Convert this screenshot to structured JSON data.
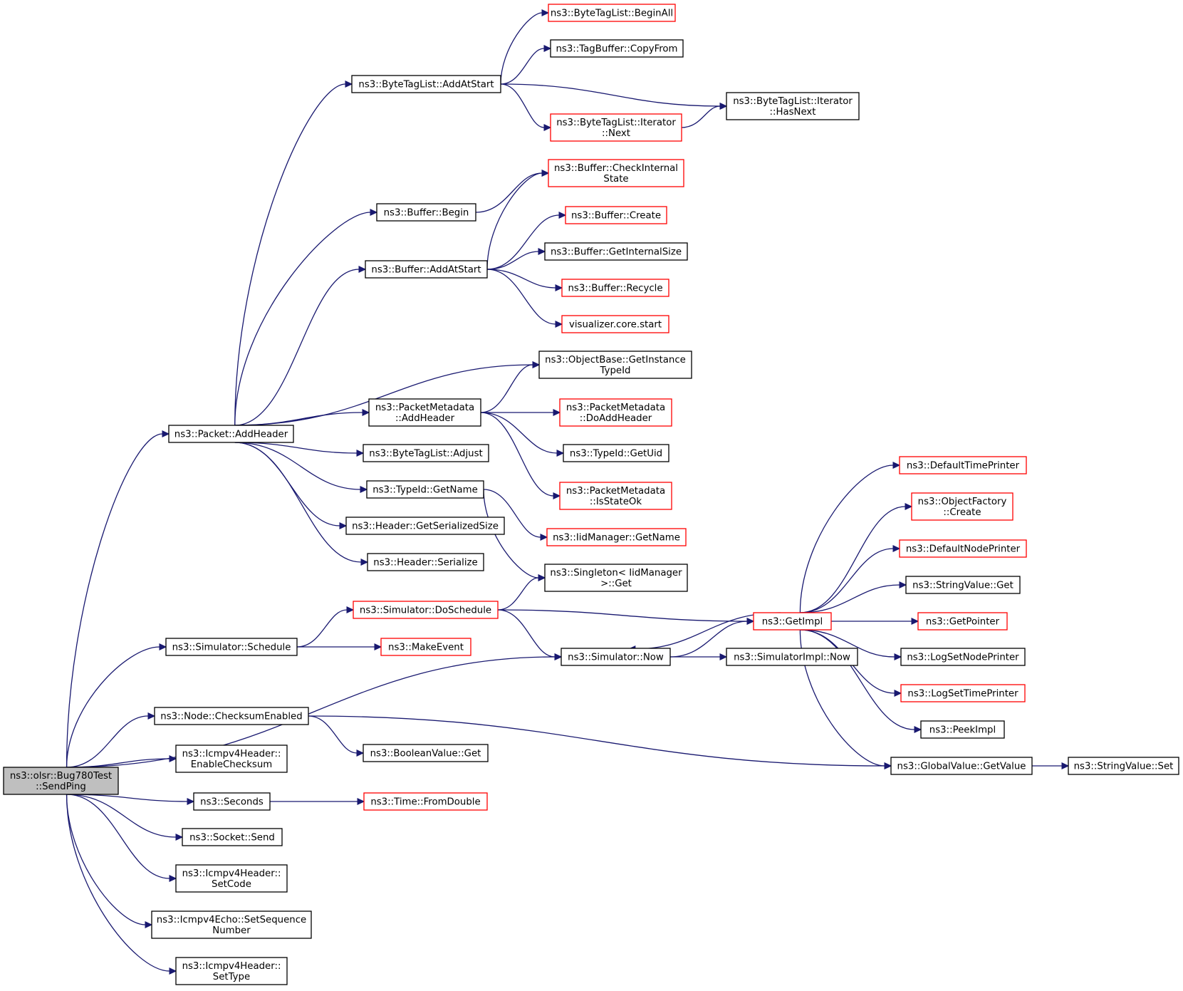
{
  "colors": {
    "edge": "#191970",
    "border_normal": "#000000",
    "border_red": "#ff0000",
    "root_fill": "#bfbfbf"
  },
  "nodes": [
    {
      "id": "root",
      "lines": [
        "ns3::olsr::Bug780Test",
        "::SendPing"
      ],
      "style": "root"
    },
    {
      "id": "packet_addheader",
      "lines": [
        "ns3::Packet::AddHeader"
      ],
      "style": "normal"
    },
    {
      "id": "bytetaglist_addatstart",
      "lines": [
        "ns3::ByteTagList::AddAtStart"
      ],
      "style": "normal"
    },
    {
      "id": "bytetaglist_beginall",
      "lines": [
        "ns3::ByteTagList::BeginAll"
      ],
      "style": "red"
    },
    {
      "id": "tagbuffer_copyfrom",
      "lines": [
        "ns3::TagBuffer::CopyFrom"
      ],
      "style": "normal"
    },
    {
      "id": "iterator_hasnext",
      "lines": [
        "ns3::ByteTagList::Iterator",
        "::HasNext"
      ],
      "style": "normal"
    },
    {
      "id": "iterator_next",
      "lines": [
        "ns3::ByteTagList::Iterator",
        "::Next"
      ],
      "style": "red"
    },
    {
      "id": "buffer_begin",
      "lines": [
        "ns3::Buffer::Begin"
      ],
      "style": "normal"
    },
    {
      "id": "buffer_checkinternal",
      "lines": [
        "ns3::Buffer::CheckInternal",
        "State"
      ],
      "style": "red"
    },
    {
      "id": "buffer_create",
      "lines": [
        "ns3::Buffer::Create"
      ],
      "style": "red"
    },
    {
      "id": "buffer_addatstart",
      "lines": [
        "ns3::Buffer::AddAtStart"
      ],
      "style": "normal"
    },
    {
      "id": "buffer_getinternalsize",
      "lines": [
        "ns3::Buffer::GetInternalSize"
      ],
      "style": "normal"
    },
    {
      "id": "buffer_recycle",
      "lines": [
        "ns3::Buffer::Recycle"
      ],
      "style": "red"
    },
    {
      "id": "visualizer_start",
      "lines": [
        "visualizer.core.start"
      ],
      "style": "red"
    },
    {
      "id": "objectbase_getinstancetypeid",
      "lines": [
        "ns3::ObjectBase::GetInstance",
        "TypeId"
      ],
      "style": "normal"
    },
    {
      "id": "packetmetadata_addheader",
      "lines": [
        "ns3::PacketMetadata",
        "::AddHeader"
      ],
      "style": "normal"
    },
    {
      "id": "packetmetadata_doaddheader",
      "lines": [
        "ns3::PacketMetadata",
        "::DoAddHeader"
      ],
      "style": "red"
    },
    {
      "id": "bytetaglist_adjust",
      "lines": [
        "ns3::ByteTagList::Adjust"
      ],
      "style": "normal"
    },
    {
      "id": "typeid_getuid",
      "lines": [
        "ns3::TypeId::GetUid"
      ],
      "style": "normal"
    },
    {
      "id": "typeid_getname",
      "lines": [
        "ns3::TypeId::GetName"
      ],
      "style": "normal"
    },
    {
      "id": "packetmetadata_isstateok",
      "lines": [
        "ns3::PacketMetadata",
        "::IsStateOk"
      ],
      "style": "red"
    },
    {
      "id": "header_getserializedsize",
      "lines": [
        "ns3::Header::GetSerializedSize"
      ],
      "style": "normal"
    },
    {
      "id": "iidmanager_getname",
      "lines": [
        "ns3::IidManager::GetName"
      ],
      "style": "red"
    },
    {
      "id": "header_serialize",
      "lines": [
        "ns3::Header::Serialize"
      ],
      "style": "normal"
    },
    {
      "id": "singleton_get",
      "lines": [
        "ns3::Singleton< IidManager",
        ">::Get"
      ],
      "style": "normal"
    },
    {
      "id": "simulator_doschedule",
      "lines": [
        "ns3::Simulator::DoSchedule"
      ],
      "style": "red"
    },
    {
      "id": "simulator_schedule",
      "lines": [
        "ns3::Simulator::Schedule"
      ],
      "style": "normal"
    },
    {
      "id": "makeevent",
      "lines": [
        "ns3::MakeEvent"
      ],
      "style": "red"
    },
    {
      "id": "simulator_now",
      "lines": [
        "ns3::Simulator::Now"
      ],
      "style": "normal"
    },
    {
      "id": "simulatorimpl_now",
      "lines": [
        "ns3::SimulatorImpl::Now"
      ],
      "style": "normal"
    },
    {
      "id": "getimpl",
      "lines": [
        "ns3::GetImpl"
      ],
      "style": "red"
    },
    {
      "id": "defaulttimeprinter",
      "lines": [
        "ns3::DefaultTimePrinter"
      ],
      "style": "red"
    },
    {
      "id": "objectfactory_create",
      "lines": [
        "ns3::ObjectFactory",
        "::Create"
      ],
      "style": "red"
    },
    {
      "id": "defaultnodeprinter",
      "lines": [
        "ns3::DefaultNodePrinter"
      ],
      "style": "red"
    },
    {
      "id": "stringvalue_get",
      "lines": [
        "ns3::StringValue::Get"
      ],
      "style": "normal"
    },
    {
      "id": "getpointer",
      "lines": [
        "ns3::GetPointer"
      ],
      "style": "red"
    },
    {
      "id": "logsetnodeprinter",
      "lines": [
        "ns3::LogSetNodePrinter"
      ],
      "style": "normal"
    },
    {
      "id": "logsettimeprinter",
      "lines": [
        "ns3::LogSetTimePrinter"
      ],
      "style": "red"
    },
    {
      "id": "peekimpl",
      "lines": [
        "ns3::PeekImpl"
      ],
      "style": "normal"
    },
    {
      "id": "globalvalue_getvalue",
      "lines": [
        "ns3::GlobalValue::GetValue"
      ],
      "style": "normal"
    },
    {
      "id": "stringvalue_set",
      "lines": [
        "ns3::StringValue::Set"
      ],
      "style": "normal"
    },
    {
      "id": "node_checksumenabled",
      "lines": [
        "ns3::Node::ChecksumEnabled"
      ],
      "style": "normal"
    },
    {
      "id": "booleanvalue_get",
      "lines": [
        "ns3::BooleanValue::Get"
      ],
      "style": "normal"
    },
    {
      "id": "icmpv4header_enablechecksum",
      "lines": [
        "ns3::Icmpv4Header::",
        "EnableChecksum"
      ],
      "style": "normal"
    },
    {
      "id": "seconds",
      "lines": [
        "ns3::Seconds"
      ],
      "style": "normal"
    },
    {
      "id": "time_fromdouble",
      "lines": [
        "ns3::Time::FromDouble"
      ],
      "style": "red"
    },
    {
      "id": "socket_send",
      "lines": [
        "ns3::Socket::Send"
      ],
      "style": "normal"
    },
    {
      "id": "icmpv4header_setcode",
      "lines": [
        "ns3::Icmpv4Header::",
        "SetCode"
      ],
      "style": "normal"
    },
    {
      "id": "icmpv4echo_setsequencenumber",
      "lines": [
        "ns3::Icmpv4Echo::SetSequence",
        "Number"
      ],
      "style": "normal"
    },
    {
      "id": "icmpv4header_settype",
      "lines": [
        "ns3::Icmpv4Header::",
        "SetType"
      ],
      "style": "normal"
    }
  ],
  "edges": [
    [
      "root",
      "packet_addheader"
    ],
    [
      "root",
      "simulator_schedule"
    ],
    [
      "root",
      "simulator_now"
    ],
    [
      "root",
      "node_checksumenabled"
    ],
    [
      "root",
      "icmpv4header_enablechecksum"
    ],
    [
      "root",
      "seconds"
    ],
    [
      "root",
      "socket_send"
    ],
    [
      "root",
      "icmpv4header_setcode"
    ],
    [
      "root",
      "icmpv4echo_setsequencenumber"
    ],
    [
      "root",
      "icmpv4header_settype"
    ],
    [
      "packet_addheader",
      "bytetaglist_addatstart"
    ],
    [
      "packet_addheader",
      "buffer_begin"
    ],
    [
      "packet_addheader",
      "buffer_addatstart"
    ],
    [
      "packet_addheader",
      "objectbase_getinstancetypeid"
    ],
    [
      "packet_addheader",
      "packetmetadata_addheader"
    ],
    [
      "packet_addheader",
      "bytetaglist_adjust"
    ],
    [
      "packet_addheader",
      "typeid_getname"
    ],
    [
      "packet_addheader",
      "header_getserializedsize"
    ],
    [
      "packet_addheader",
      "header_serialize"
    ],
    [
      "bytetaglist_addatstart",
      "bytetaglist_beginall"
    ],
    [
      "bytetaglist_addatstart",
      "tagbuffer_copyfrom"
    ],
    [
      "bytetaglist_addatstart",
      "iterator_hasnext"
    ],
    [
      "bytetaglist_addatstart",
      "iterator_next"
    ],
    [
      "iterator_next",
      "iterator_hasnext"
    ],
    [
      "buffer_begin",
      "buffer_checkinternal"
    ],
    [
      "buffer_addatstart",
      "buffer_checkinternal"
    ],
    [
      "buffer_addatstart",
      "buffer_create"
    ],
    [
      "buffer_addatstart",
      "buffer_getinternalsize"
    ],
    [
      "buffer_addatstart",
      "buffer_recycle"
    ],
    [
      "buffer_addatstart",
      "visualizer_start"
    ],
    [
      "packetmetadata_addheader",
      "objectbase_getinstancetypeid"
    ],
    [
      "packetmetadata_addheader",
      "packetmetadata_doaddheader"
    ],
    [
      "packetmetadata_addheader",
      "typeid_getuid"
    ],
    [
      "packetmetadata_addheader",
      "packetmetadata_isstateok"
    ],
    [
      "typeid_getname",
      "iidmanager_getname"
    ],
    [
      "typeid_getname",
      "singleton_get"
    ],
    [
      "simulator_schedule",
      "simulator_doschedule"
    ],
    [
      "simulator_schedule",
      "makeevent"
    ],
    [
      "simulator_doschedule",
      "singleton_get"
    ],
    [
      "simulator_doschedule",
      "getimpl"
    ],
    [
      "simulator_doschedule",
      "simulator_now"
    ],
    [
      "simulator_now",
      "getimpl"
    ],
    [
      "simulator_now",
      "simulatorimpl_now"
    ],
    [
      "getimpl",
      "simulator_now"
    ],
    [
      "getimpl",
      "defaulttimeprinter"
    ],
    [
      "getimpl",
      "objectfactory_create"
    ],
    [
      "getimpl",
      "defaultnodeprinter"
    ],
    [
      "getimpl",
      "stringvalue_get"
    ],
    [
      "getimpl",
      "getpointer"
    ],
    [
      "getimpl",
      "logsetnodeprinter"
    ],
    [
      "getimpl",
      "logsettimeprinter"
    ],
    [
      "getimpl",
      "peekimpl"
    ],
    [
      "getimpl",
      "globalvalue_getvalue"
    ],
    [
      "globalvalue_getvalue",
      "stringvalue_set"
    ],
    [
      "node_checksumenabled",
      "booleanvalue_get"
    ],
    [
      "node_checksumenabled",
      "globalvalue_getvalue"
    ],
    [
      "seconds",
      "time_fromdouble"
    ]
  ]
}
